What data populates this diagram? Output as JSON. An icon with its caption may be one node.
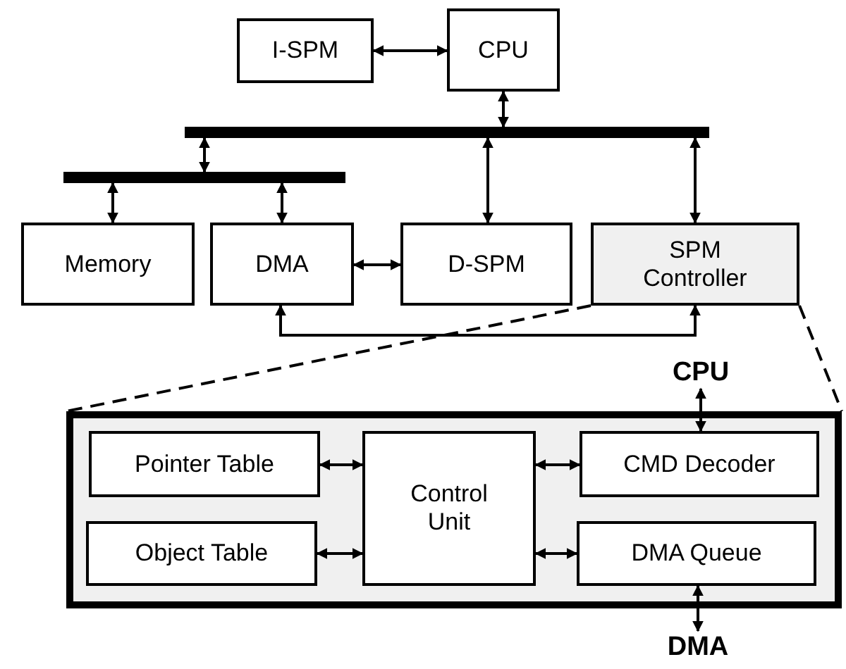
{
  "diagram": {
    "nodes": [
      {
        "text": [
          "I-SPM"
        ]
      },
      {
        "text": [
          "CPU"
        ]
      },
      {
        "text": [],
        "shape": "bar"
      },
      {
        "text": [],
        "shape": "bar"
      },
      {
        "text": [
          "Memory"
        ]
      },
      {
        "text": [
          "DMA"
        ]
      },
      {
        "text": [
          "D-SPM"
        ]
      },
      {
        "text": [
          "SPM Controller"
        ]
      },
      {
        "text": [
          "CPU"
        ]
      },
      {
        "text": [],
        "shape": "box"
      },
      {
        "text": [
          "Pointer Table"
        ],
        "in": 9
      },
      {
        "text": [
          "Control Unit"
        ],
        "in": 9
      },
      {
        "text": [
          "CMD Decoder"
        ],
        "in": 9
      },
      {
        "text": [
          "Object Table"
        ],
        "in": 9
      },
      {
        "text": [
          "DMA Queue"
        ],
        "in": 9
      },
      {
        "text": [
          "DMA"
        ]
      }
    ],
    "edges": [
      {
        "from": 0,
        "to": 1,
        "arrow": "both"
      },
      {
        "from": 1,
        "to": 2,
        "arrow": "both"
      },
      {
        "from": 2,
        "to": 3,
        "arrow": "both"
      },
      {
        "from": 2,
        "to": 6,
        "arrow": "both"
      },
      {
        "from": 2,
        "to": 7,
        "arrow": "both"
      },
      {
        "from": 3,
        "to": 4,
        "arrow": "both"
      },
      {
        "from": 3,
        "to": 5,
        "arrow": "both"
      },
      {
        "from": 5,
        "to": 6,
        "arrow": "both"
      },
      {
        "from": 5,
        "to": 7,
        "arrow": "both"
      },
      {
        "from": 7,
        "to": 9,
        "arrow": "none",
        "style": "dashed"
      },
      {
        "from": 7,
        "to": 9,
        "arrow": "none",
        "style": "dashed"
      },
      {
        "from": 8,
        "to": 12,
        "arrow": "both"
      },
      {
        "from": 10,
        "to": 11,
        "arrow": "both"
      },
      {
        "from": 11,
        "to": 12,
        "arrow": "both"
      },
      {
        "from": 13,
        "to": 11,
        "arrow": "both"
      },
      {
        "from": 11,
        "to": 14,
        "arrow": "both"
      },
      {
        "from": 14,
        "to": 15,
        "arrow": "both"
      }
    ]
  }
}
